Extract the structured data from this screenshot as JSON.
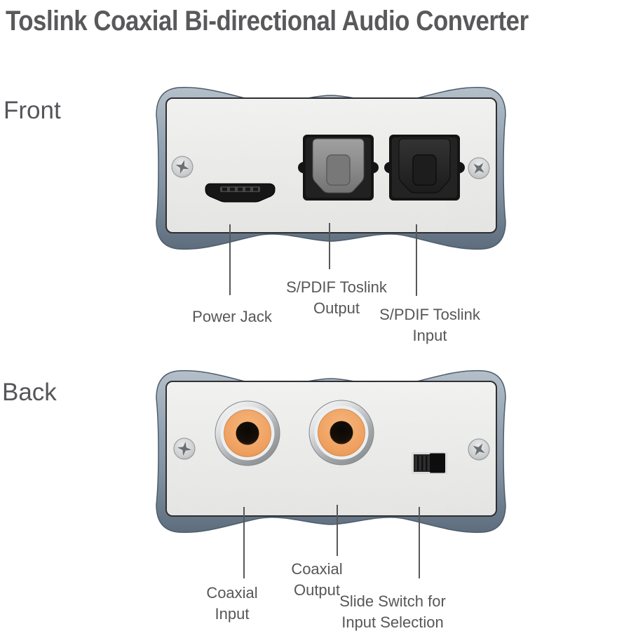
{
  "title": "Toslink Coaxial Bi-directional Audio Converter",
  "front_view": {
    "heading": "Front",
    "labels": {
      "power_jack": "Power Jack",
      "toslink_output_line1": "S/PDIF Toslink",
      "toslink_output_line2": "Output",
      "toslink_input_line1": "S/PDIF Toslink",
      "toslink_input_line2": "Input"
    },
    "components": [
      "power-jack-micro-usb-port",
      "spdif-toslink-output-port",
      "spdif-toslink-input-port",
      "phillips-screw-left",
      "phillips-screw-right"
    ]
  },
  "back_view": {
    "heading": "Back",
    "labels": {
      "coaxial_input_line1": "Coaxial",
      "coaxial_input_line2": "Input",
      "coaxial_output_line1": "Coaxial",
      "coaxial_output_line2": "Output",
      "slide_switch_line1": "Slide Switch for",
      "slide_switch_line2": "Input Selection"
    },
    "components": [
      "coaxial-input-rca-jack",
      "coaxial-output-rca-jack",
      "input-selection-slide-switch",
      "phillips-screw-left",
      "phillips-screw-right"
    ]
  },
  "colors": {
    "title_text": "#59595b",
    "label_text": "#58585a",
    "callout_line": "#58585a",
    "enclosure_frame_blue_gray": "#8697a6",
    "enclosure_frame_dark": "#5b6b7b",
    "faceplate_silver": "#eeeeec",
    "port_housing_black": "#1a1a1a",
    "toslink_plug_gray": "#8d8d8d",
    "rca_ring_orange": "#efa05f",
    "screw_silver": "#c6c8ca",
    "background": "#ffffff"
  }
}
